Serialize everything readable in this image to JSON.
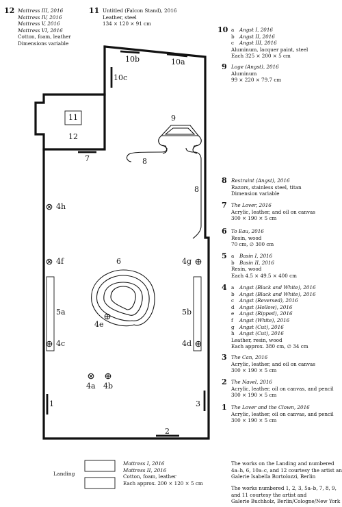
{
  "legend": {
    "e12": {
      "num": "12",
      "titles": [
        "Mattress III, 2016",
        "Mattress IV, 2016",
        "Mattress V, 2016",
        "Mattress VI, 2016"
      ],
      "mat": "Cotton, foam, leather",
      "dim": "Dimensions variable"
    },
    "e11": {
      "num": "11",
      "title": "Untitled (Falcon Stand), 2016",
      "mat": "Leather, steel",
      "dim": "134 × 120 × 91 cm"
    },
    "e10": {
      "num": "10",
      "letters": [
        "a",
        "b",
        "c"
      ],
      "titles": [
        "Angst I, 2016",
        "Angst II, 2016",
        "Angst III, 2016"
      ],
      "mat": "Aluminum, lacquer paint, steel",
      "dim": "Each 325 × 200 × 5 cm"
    },
    "e9": {
      "num": "9",
      "title": "Loge (Angst), 2016",
      "mat": "Aluminum",
      "dim": "99 × 220 × 79.7 cm"
    },
    "e8": {
      "num": "8",
      "title": "Restraint (Angst), 2016",
      "mat": "Razors, stainless steel, titan",
      "dim": "Dimension variable"
    },
    "e7": {
      "num": "7",
      "title": "The Lover, 2016",
      "mat": "Acrylic, leather, and oil on canvas",
      "dim": "300 × 190 × 5 cm"
    },
    "e6": {
      "num": "6",
      "title": "To Eau, 2016",
      "mat": "Resin, wood",
      "dim": "70 cm, ∅ 300 cm"
    },
    "e5": {
      "num": "5",
      "letters": [
        "a",
        "b"
      ],
      "titles": [
        "Basin I, 2016",
        "Basin II, 2016"
      ],
      "mat": "Resin, wood",
      "dim": "Each 4.5 × 49.5 × 400 cm"
    },
    "e4": {
      "num": "4",
      "letters": [
        "a",
        "b",
        "c",
        "d",
        "e",
        "f",
        "g",
        "h"
      ],
      "titles": [
        "Angst (Black and White), 2016",
        "Angst (Black and White), 2016",
        "Angst (Reversed), 2016",
        "Angst (Hollow), 2016",
        "Angst (Ripped), 2016",
        "Angst (White), 2016",
        "Angst (Cut), 2016",
        "Angst (Cut), 2016"
      ],
      "mat": "Leather, resin, wood",
      "dim": "Each approx. 380 cm, ∅ 34 cm"
    },
    "e3": {
      "num": "3",
      "title": "The Can, 2016",
      "mat": "Acrylic, leather, and oil on canvas",
      "dim": "300 × 190 × 5 cm"
    },
    "e2": {
      "num": "2",
      "title": "The Navel, 2016",
      "mat": "Acrylic, leather, oil on canvas, and pencil",
      "dim": "300 × 190 × 5 cm"
    },
    "e1": {
      "num": "1",
      "title": "The Lover and the Clown, 2016",
      "mat": "Acrylic, leather, oil on canvas, and pencil",
      "dim": "300 × 190 × 5 cm"
    }
  },
  "landing": {
    "label": "Landing",
    "titles": [
      "Mattress I, 2016",
      "Mattress II, 2016"
    ],
    "mat": "Cotton, foam, leather",
    "dim": "Each approx. 200 × 120 × 5 cm"
  },
  "credits": {
    "c1": [
      "The works on the Landing and numbered",
      "4a–h, 6, 10a–c, and 12 courtesy the artist and",
      "Galerie Isabella Bortolozzi, Berlin"
    ],
    "c2": [
      "The works numbered 1, 2, 3, 5a–b, 7, 8, 9,",
      "and 11 courtesy the artist and",
      "Galerie Buchholz, Berlin/Cologne/New York"
    ]
  },
  "plan_labels": {
    "p1": "1",
    "p2": "2",
    "p3": "3",
    "p4a": "4a",
    "p4b": "4b",
    "p4c": "4c",
    "p4d": "4d",
    "p4e": "4e",
    "p4f": "4f",
    "p4g": "4g",
    "p4h": "4h",
    "p5a": "5a",
    "p5b": "5b",
    "p6": "6",
    "p7": "7",
    "p8a": "8",
    "p8b": "8",
    "p9": "9",
    "p10a": "10a",
    "p10b": "10b",
    "p10c": "10c",
    "p11": "11",
    "p12": "12"
  }
}
